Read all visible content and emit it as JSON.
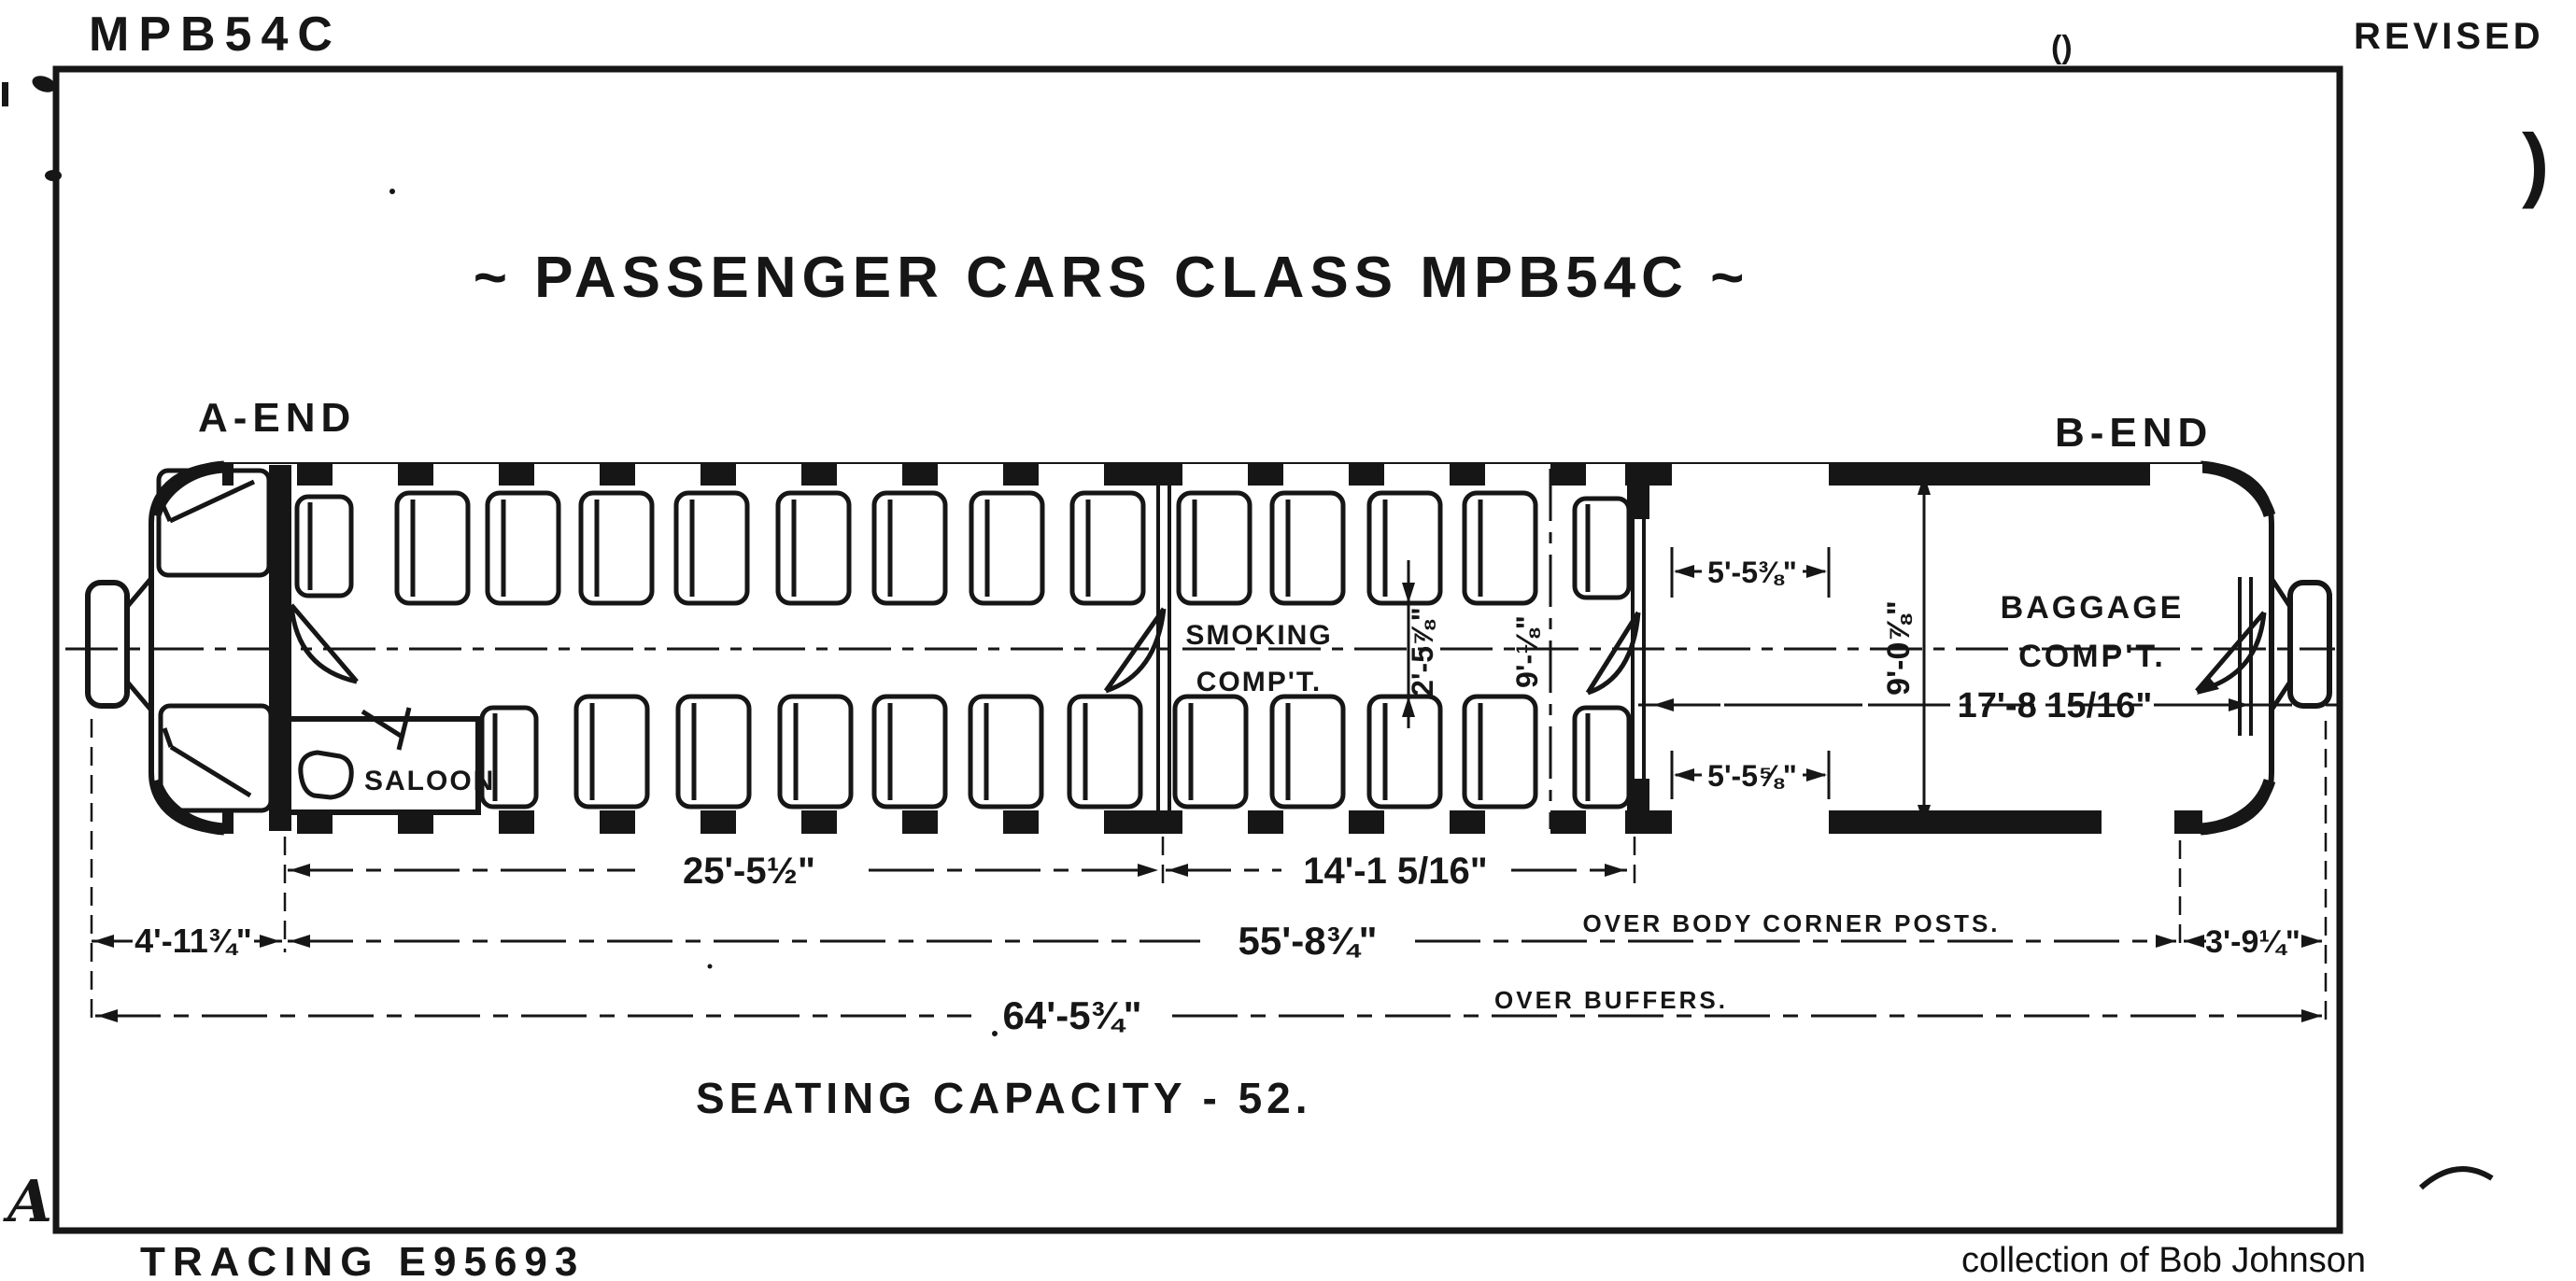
{
  "colors": {
    "ink": "#161616",
    "paper": "#ffffff"
  },
  "header": {
    "drawing_code": "MPB54C",
    "revised_stamp": "REVISED",
    "title": "~ PASSENGER CARS CLASS MPB54C ~"
  },
  "car": {
    "a_end": "A-END",
    "b_end": "B-END",
    "baggage_line1": "BAGGAGE",
    "baggage_line2": "COMP'T.",
    "smoking_line1": "SMOKING",
    "smoking_line2": "COMP'T.",
    "saloon": "SALOON"
  },
  "dims": {
    "door_top": "5'-5⅜\"",
    "door_bottom": "5'-5⅝\"",
    "width_baggage": "9'-0⅞\"",
    "width_smoking": "9'-⅛\"",
    "aisle_smoking": "2'-5⅞\"",
    "saloon_section": "25'-5½\"",
    "smoking_section": "14'-1 5/16\"",
    "baggage_section": "17'-8 15/16\"",
    "platform_a": "4'-11¾\"",
    "platform_b": "3'-9¼\"",
    "over_body": "55'-8¾\"",
    "over_body_label": "OVER BODY CORNER POSTS.",
    "over_buffers": "64'-5¾\"",
    "over_buffers_label": "OVER BUFFERS."
  },
  "footer": {
    "seating": "SEATING CAPACITY - 52.",
    "tracing": "TRACING E95693",
    "collection": "collection of Bob Johnson",
    "margin_letter": "A"
  }
}
